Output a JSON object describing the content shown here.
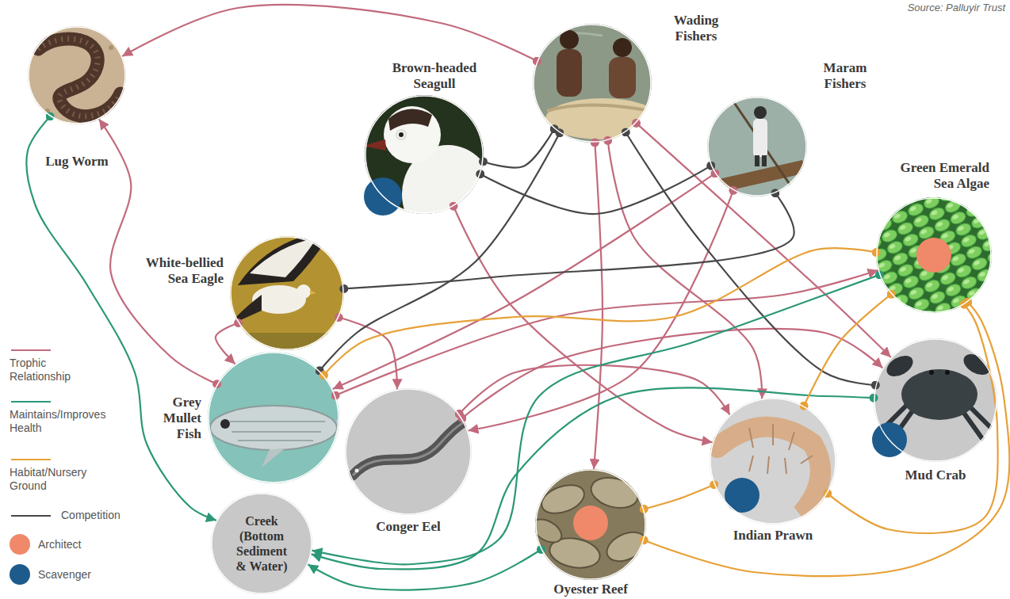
{
  "diagram": {
    "nodes": [
      {
        "text": [
          "Lug Worm"
        ]
      },
      {
        "text": [
          "Brown-headed Seagull"
        ]
      },
      {
        "text": [
          "Wading Fishers"
        ]
      },
      {
        "text": [
          "Maram Fishers"
        ]
      },
      {
        "text": [
          "Green Emerald Sea Algae"
        ]
      },
      {
        "text": [
          "White-bellied Sea Eagle"
        ]
      },
      {
        "text": [
          "Grey Mullet Fish"
        ]
      },
      {
        "text": [
          "Conger Eel"
        ]
      },
      {
        "text": [
          "Creek (Bottom Sediment & Water)"
        ]
      },
      {
        "text": [
          "Oyester Reef"
        ]
      },
      {
        "text": [
          "Indian Prawn"
        ]
      },
      {
        "text": [
          "Mud Crab"
        ]
      }
    ],
    "edges": [
      {
        "from": 2,
        "to": 0,
        "arrow": "to"
      },
      {
        "from": 6,
        "to": 0,
        "arrow": "to"
      },
      {
        "from": 5,
        "to": 6,
        "arrow": "to"
      },
      {
        "from": 5,
        "to": 7,
        "arrow": "to"
      },
      {
        "from": 1,
        "to": 10,
        "arrow": "to"
      },
      {
        "from": 2,
        "to": 9,
        "arrow": "to"
      },
      {
        "from": 2,
        "to": 10,
        "arrow": "to"
      },
      {
        "from": 2,
        "to": 11,
        "arrow": "to"
      },
      {
        "from": 3,
        "to": 6,
        "arrow": "to"
      },
      {
        "from": 3,
        "to": 7,
        "arrow": "to"
      },
      {
        "from": 6,
        "to": 4,
        "arrow": "to"
      },
      {
        "from": 7,
        "to": 10,
        "arrow": "to"
      },
      {
        "from": 7,
        "to": 11,
        "arrow": "to"
      },
      {
        "from": 1,
        "to": 2,
        "arrow": "none"
      },
      {
        "from": 1,
        "to": 3,
        "arrow": "none"
      },
      {
        "from": 2,
        "to": 6,
        "arrow": "none"
      },
      {
        "from": 2,
        "to": 11,
        "arrow": "none"
      },
      {
        "from": 5,
        "to": 3,
        "arrow": "none"
      },
      {
        "from": 0,
        "to": 8,
        "arrow": "to"
      },
      {
        "from": 4,
        "to": 8,
        "arrow": "to"
      },
      {
        "from": 9,
        "to": 8,
        "arrow": "to"
      },
      {
        "from": 11,
        "to": 8,
        "arrow": "to"
      },
      {
        "from": 6,
        "to": 4,
        "arrow": "none"
      },
      {
        "from": 4,
        "to": 10,
        "arrow": "none"
      },
      {
        "from": 9,
        "to": 10,
        "arrow": "none"
      },
      {
        "from": 9,
        "to": 4,
        "arrow": "none"
      },
      {
        "from": 10,
        "to": 4,
        "arrow": "none"
      }
    ],
    "labels": [
      "Source: Palluyir Trust"
    ],
    "legend": [
      {
        "text": "Trophic Relationship"
      },
      {
        "text": "Maintains/Improves Health"
      },
      {
        "text": "Habitat/Nursery Ground"
      },
      {
        "text": "Competition"
      },
      {
        "text": "Architect",
        "color": "#f0886a"
      },
      {
        "text": "Scavenger",
        "color": "#1d5b8c"
      }
    ]
  }
}
